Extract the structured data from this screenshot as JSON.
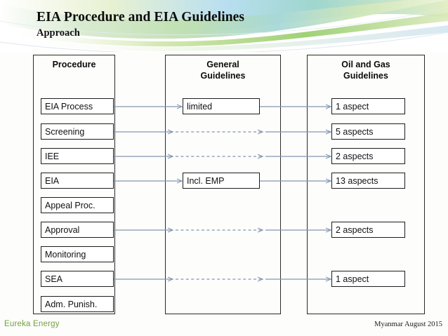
{
  "slide": {
    "title": "EIA Procedure and EIA Guidelines",
    "subtitle": "Approach"
  },
  "colors": {
    "wave_green": "#8cc63f",
    "wave_teal": "#78c8c8",
    "wave_blue": "#a8d8e8",
    "wave_pale": "#e9f2c9",
    "box_border": "#1d1d1d",
    "column_border": "#2a2a2a",
    "arrow": "#8497b0",
    "footer_left_text": "#73a13e",
    "footer_right_text": "#1b1b1b"
  },
  "columns": [
    {
      "id": "procedure",
      "header": "Procedure",
      "items": [
        {
          "label": "EIA Process",
          "row": 1
        },
        {
          "label": "Screening",
          "row": 2
        },
        {
          "label": "IEE",
          "row": 3
        },
        {
          "label": "EIA",
          "row": 4
        },
        {
          "label": "Appeal Proc.",
          "row": 5
        },
        {
          "label": "Approval",
          "row": 6
        },
        {
          "label": "Monitoring",
          "row": 7
        },
        {
          "label": "SEA",
          "row": 8
        },
        {
          "label": "Adm. Punish.",
          "row": 9
        }
      ]
    },
    {
      "id": "general-guidelines",
      "header": "General Guidelines",
      "header_line1": "General",
      "header_line2": "Guidelines",
      "items": [
        {
          "label": "limited",
          "row": 1
        },
        {
          "label": "Incl. EMP",
          "row": 4
        }
      ]
    },
    {
      "id": "oil-and-gas-guidelines",
      "header": "Oil and Gas Guidelines",
      "header_line1": "Oil and Gas",
      "header_line2": "Guidelines",
      "items": [
        {
          "label": "1 aspect",
          "row": 1
        },
        {
          "label": "5 aspects",
          "row": 2
        },
        {
          "label": "2 aspects",
          "row": 3
        },
        {
          "label": "13 aspects",
          "row": 4
        },
        {
          "label": "2 aspects",
          "row": 6
        },
        {
          "label": "1 aspect",
          "row": 8
        }
      ]
    }
  ],
  "connections": [
    {
      "row": 1,
      "middle": "box",
      "note": "EIA Process -> limited -> 1 aspect"
    },
    {
      "row": 2,
      "middle": "empty",
      "note": "Screening -> (dashed) -> 5 aspects"
    },
    {
      "row": 3,
      "middle": "empty",
      "note": "IEE -> (dashed) -> 2 aspects"
    },
    {
      "row": 4,
      "middle": "box",
      "note": "EIA -> Incl. EMP -> 13 aspects"
    },
    {
      "row": 6,
      "middle": "empty",
      "note": "Approval -> (dashed) -> 2 aspects"
    },
    {
      "row": 8,
      "middle": "empty",
      "note": "SEA -> (dashed) -> 1 aspect"
    }
  ],
  "footer": {
    "left": "Eureka Energy",
    "right": "Myanmar August 2015"
  }
}
